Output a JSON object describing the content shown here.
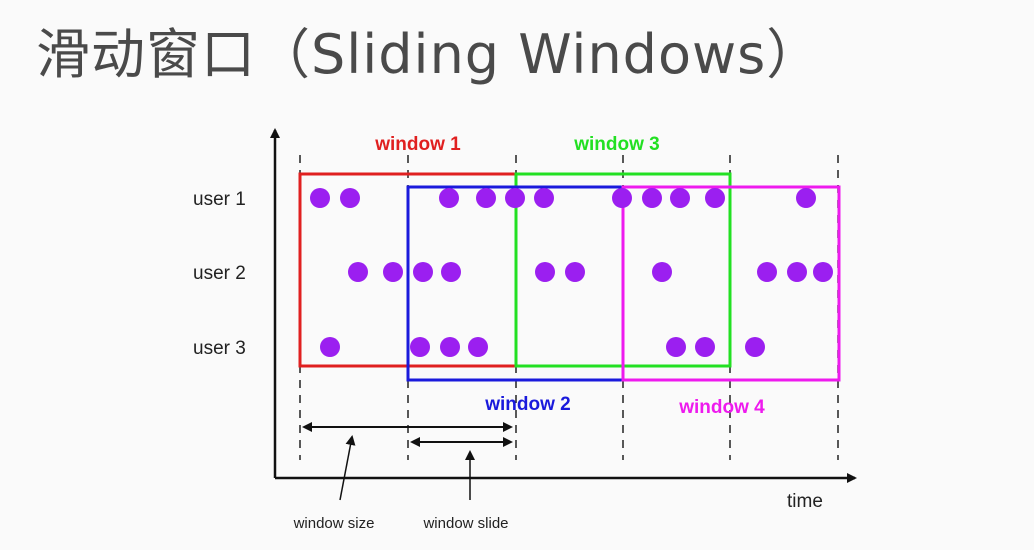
{
  "title": "滑动窗口（Sliding Windows）",
  "rows": [
    {
      "label": "user 1"
    },
    {
      "label": "user 2"
    },
    {
      "label": "user 3"
    }
  ],
  "windows": [
    {
      "label": "window 1",
      "color": "#e02020"
    },
    {
      "label": "window 2",
      "color": "#1a1adc"
    },
    {
      "label": "window 3",
      "color": "#22e022"
    },
    {
      "label": "window 4",
      "color": "#ee1aee"
    }
  ],
  "event_color": "#9b1ff0",
  "axis": {
    "x_label": "time"
  },
  "annotations": {
    "window_size": "window size",
    "window_slide": "window slide"
  }
}
